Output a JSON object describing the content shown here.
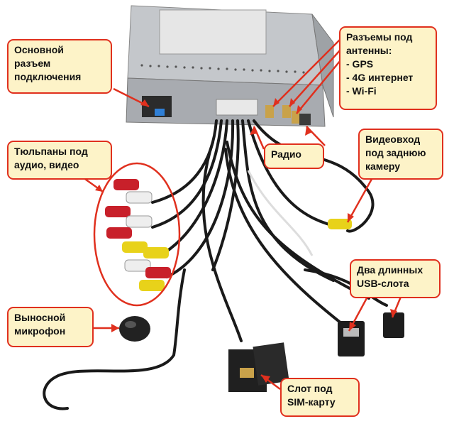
{
  "labels": {
    "main_connector": [
      "Основной",
      "разъем",
      "подключения"
    ],
    "antennas": [
      "Разъемы под",
      "антенны:",
      "- GPS",
      "- 4G интернет",
      "- Wi-Fi"
    ],
    "rca": [
      "Тюльпаны под",
      "аудио, видео"
    ],
    "radio": [
      "Радио"
    ],
    "rear_camera": [
      "Видеовход",
      "под заднюю",
      "камеру"
    ],
    "usb": [
      "Два длинных",
      "USB-слота"
    ],
    "microphone": [
      "Выносной",
      "микрофон"
    ],
    "sim": [
      "Слот под",
      "SIM-карту"
    ]
  },
  "colors": {
    "callout_fill": "#fdf3c8",
    "callout_border": "#e0301e",
    "arrow": "#e0301e",
    "cable": "#1a1a1a",
    "rca_red": "#c8202a",
    "rca_white": "#eeeeee",
    "rca_yellow": "#e8d21a",
    "unit_body": "#b9bcc0",
    "gold_connector": "#c9a24a"
  }
}
